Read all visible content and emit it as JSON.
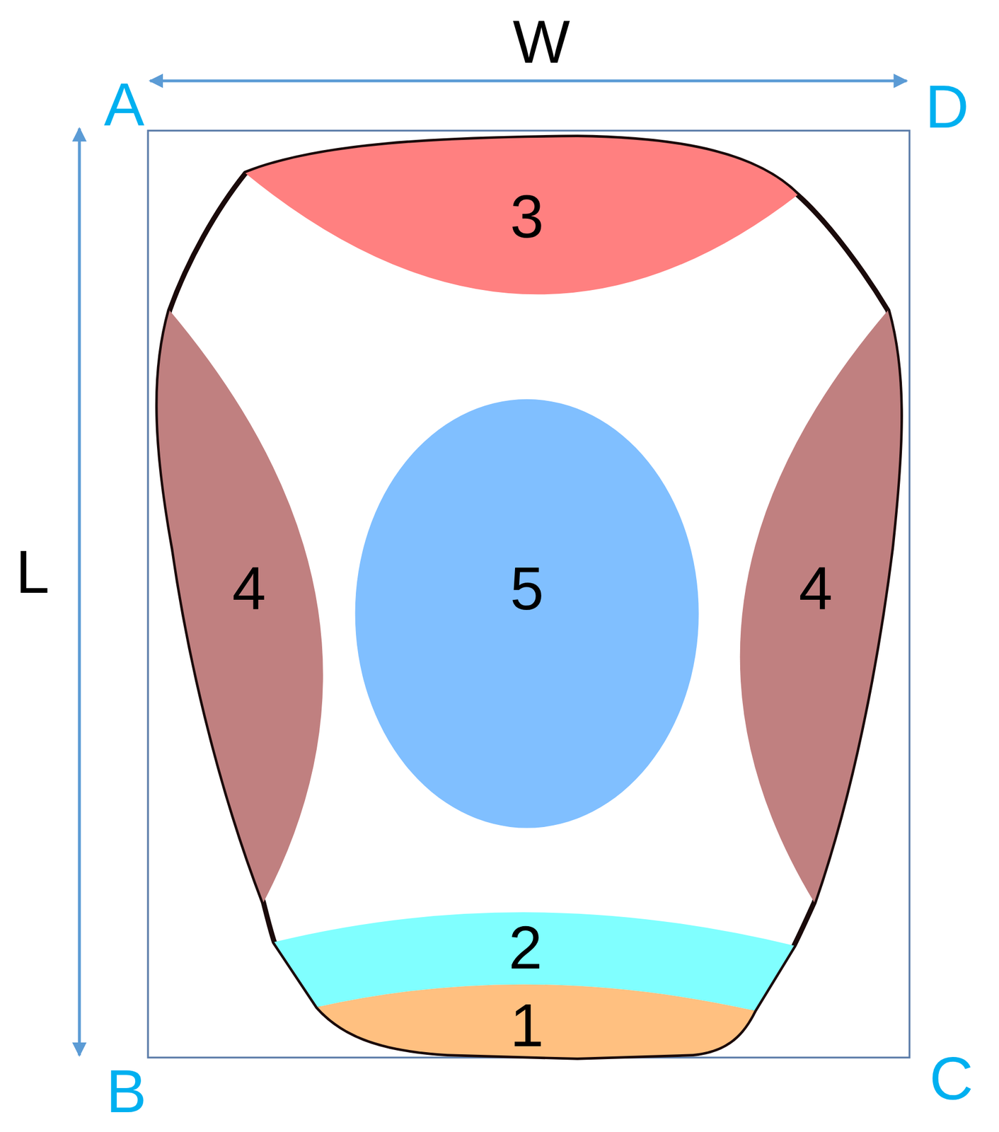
{
  "diagram": {
    "nodes": [
      {
        "text": [
          "3"
        ]
      },
      {
        "text": [
          "4"
        ]
      },
      {
        "text": [
          "5"
        ]
      },
      {
        "text": [
          "4"
        ]
      },
      {
        "text": [
          "2"
        ]
      },
      {
        "text": [
          "1"
        ]
      }
    ],
    "labels": [
      "W",
      "A",
      "D",
      "L",
      "B",
      "C"
    ]
  }
}
